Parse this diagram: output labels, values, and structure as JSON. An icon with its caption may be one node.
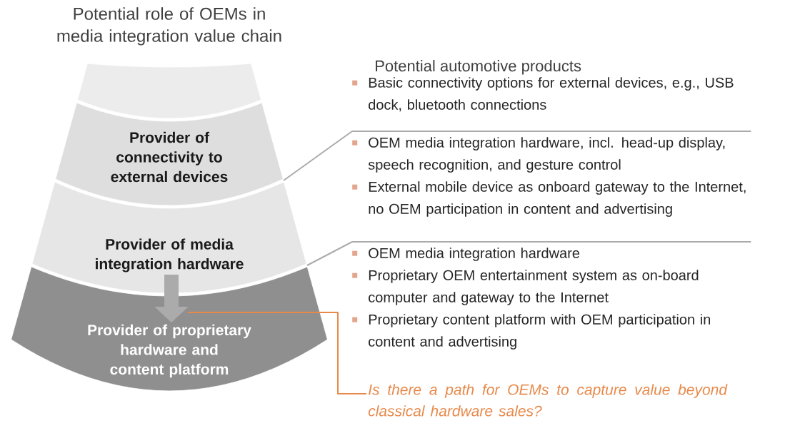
{
  "diagram": {
    "title": "Potential role of OEMs in media integration value chain",
    "nodes": [
      {
        "text": [],
        "shape": "band"
      },
      {
        "text": [
          "Provider of connectivity to external devices"
        ]
      },
      {
        "text": [
          "Provider of media integration hardware"
        ]
      },
      {
        "text": [
          "Provider of proprietary hardware and content platform"
        ]
      },
      {
        "text": [
          "Basic connectivity options for external devices, e.g., USB dock, bluetooth connections"
        ]
      },
      {
        "text": [
          "OEM media integration hardware, incl. head-up display, speech recognition, and gesture control",
          "External mobile device as onboard gateway to the Internet, no OEM participation in content and advertising"
        ]
      },
      {
        "text": [
          "OEM media integration hardware",
          "Proprietary OEM entertainment system as on-board computer and gateway to the Internet",
          "Proprietary content platform with OEM participation in content and advertising"
        ]
      },
      {
        "text": [
          "Is there a path for OEMs to capture value beyond classical hardware sales?"
        ]
      }
    ],
    "edges": [
      {
        "from": 2,
        "to": 3,
        "arrow": "to",
        "style": "thick"
      },
      {
        "from": 1,
        "to": 5,
        "arrow": "none"
      },
      {
        "from": 2,
        "to": 6,
        "arrow": "none"
      },
      {
        "from": 3,
        "to": 7,
        "arrow": "none",
        "color": "#e8894a"
      }
    ],
    "labels": [
      "Potential automotive products"
    ]
  }
}
